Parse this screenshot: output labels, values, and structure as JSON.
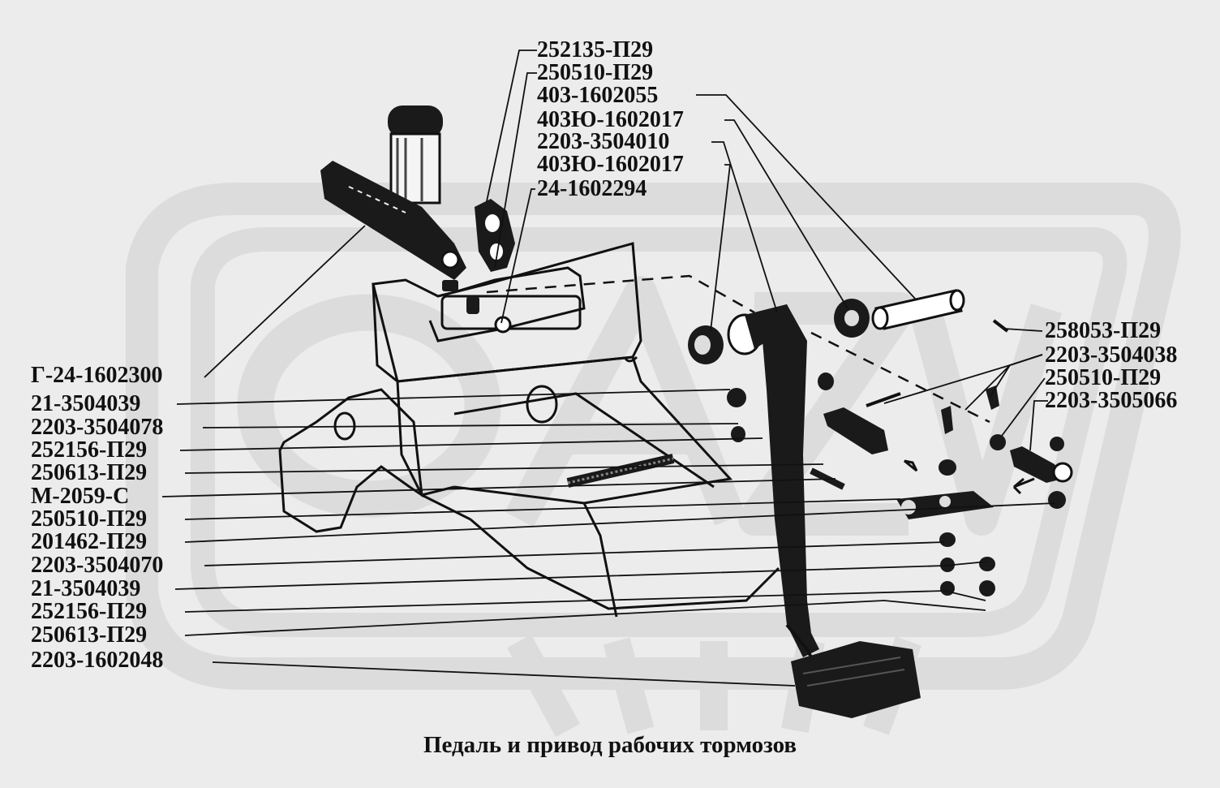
{
  "caption": "Педаль и привод рабочих тормозов",
  "labels": {
    "top": [
      "252135-П29",
      "250510-П29",
      "403-1602055",
      "403Ю-1602017",
      "2203-3504010",
      "403Ю-1602017",
      "24-1602294"
    ],
    "left": [
      "Г-24-1602300",
      "21-3504039",
      "2203-3504078",
      "252156-П29",
      "250613-П29",
      "М-2059-С",
      "250510-П29",
      "201462-П29",
      "2203-3504070",
      "21-3504039",
      "252156-П29",
      "250613-П29",
      "2203-1602048"
    ],
    "right": [
      "258053-П29",
      "2203-3504038",
      "250510-П29",
      "2203-3505066"
    ]
  }
}
